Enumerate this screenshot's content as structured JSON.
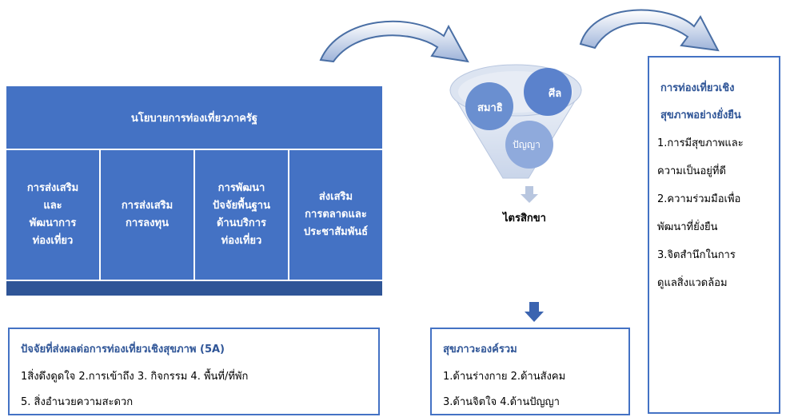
{
  "policy": {
    "title": "นโยบายการท่องเที่ยวภาครัฐ",
    "columns": [
      [
        "การส่งเสริม",
        "และ",
        "พัฒนาการ",
        "ท่องเที่ยว"
      ],
      [
        "การส่งเสริม",
        "การลงทุน"
      ],
      [
        "การพัฒนา",
        "ปัจจัยพื้นฐาน",
        "ด้านบริการ",
        "ท่องเที่ยว"
      ],
      [
        "ส่งเสริม",
        "การตลาดและ",
        "ประชาสัมพันธ์"
      ]
    ]
  },
  "funnel": {
    "bubbles": [
      "ศีล",
      "สมาธิ",
      "ปัญญา"
    ],
    "label": "ไตรสิกขา"
  },
  "factors": {
    "title": "ปัจจัยที่ส่งผลต่อการท่องเที่ยวเชิงสุขภาพ (5A)",
    "line1": "1สิ่งดึงดูดใจ 2.การเข้าถึง 3. กิจกรรม 4. พื้นที่/ที่พัก",
    "line2": "5. สิ่งอำนวยความสะดวก"
  },
  "wellness": {
    "title": "สุขภาวะองค์รวม",
    "line1": "1.ด้านร่างกาย 2.ด้านสังคม",
    "line2": "3.ด้านจิตใจ 4.ด้านปัญญา"
  },
  "sustain": {
    "title_lines": [
      "การท่องเที่ยวเชิง",
      "สุขภาพอย่างยั่งยืน"
    ],
    "lines": [
      "1.การมีสุขภาพและ",
      "ความเป็นอยู่ที่ดี",
      "2.ความร่วมมือเพื่อ",
      "พัฒนาที่ยั่งยืน",
      "3.จิตสำนึกในการ",
      "ดูแลสิ่งแวดล้อม"
    ]
  },
  "colors": {
    "accent": "#4472C4",
    "dark_accent": "#2F5597",
    "bubble_light": "#8FAADC"
  }
}
